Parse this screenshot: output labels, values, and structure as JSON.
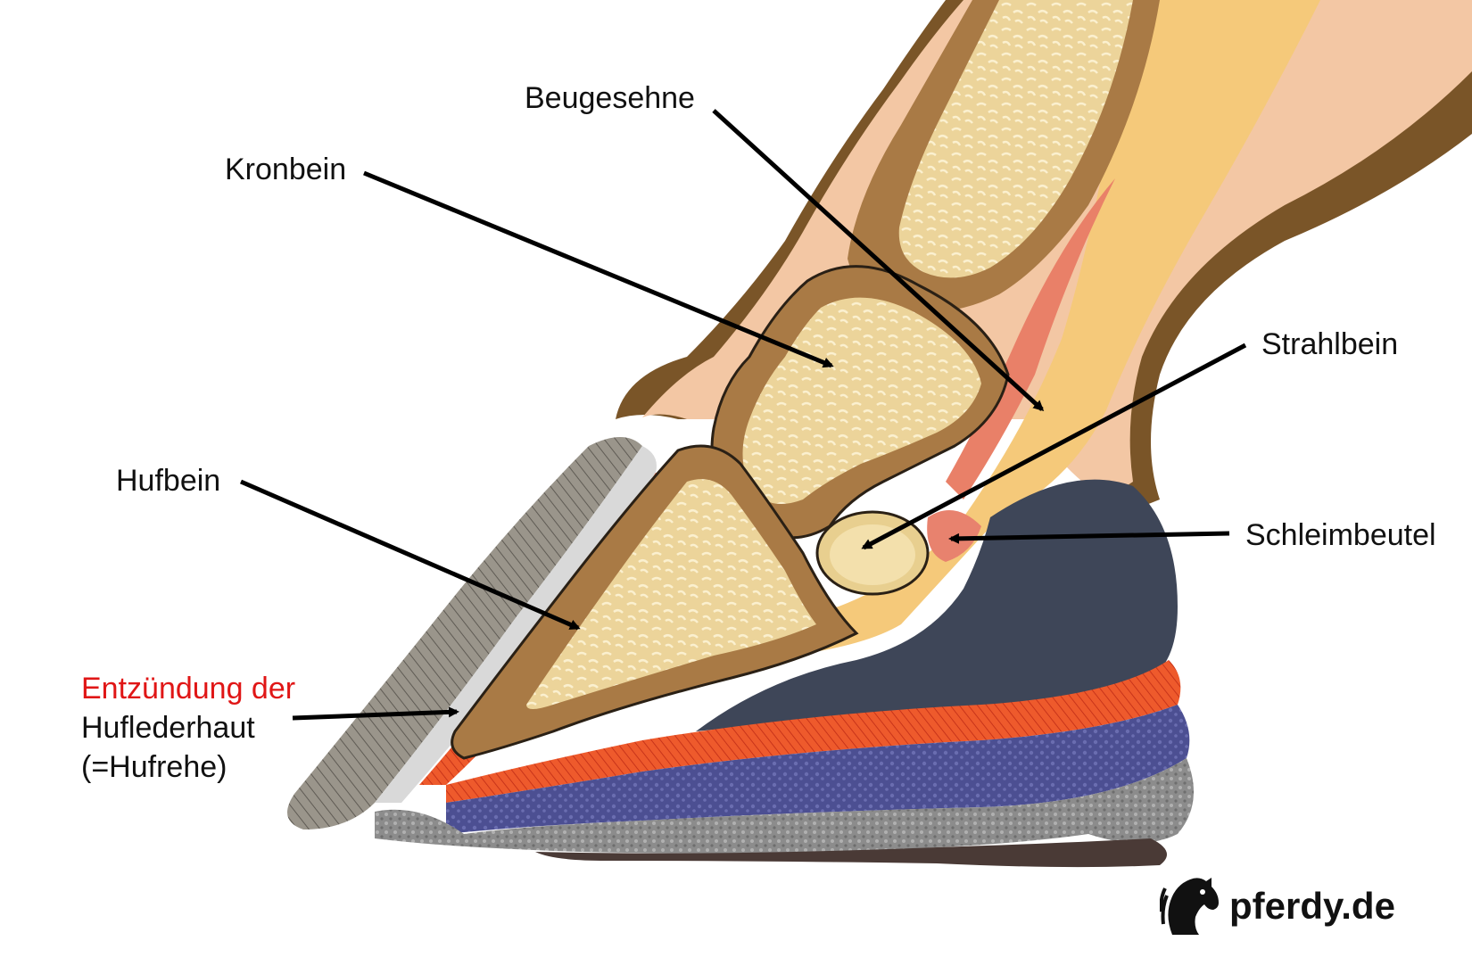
{
  "labels": {
    "beugesehne": "Beugesehne",
    "kronbein": "Kronbein",
    "strahlbein": "Strahlbein",
    "hufbein": "Hufbein",
    "schleimbeutel": "Schleimbeutel",
    "entzuendung_line1": "Entzündung der",
    "entzuendung_line2": "Huflederhaut",
    "entzuendung_line3": "(=Hufrehe)"
  },
  "logo": {
    "text": "pferdy.de",
    "icon": "horse-head-icon"
  },
  "colors": {
    "highlight_label": "#e01616",
    "hair": "#7a5528",
    "bone_marrow": "#eed9a0",
    "bone_cortex": "#a97a45",
    "tendon": "#f5c97a",
    "laminae": "#e8502a",
    "digital_cushion": "#3e4658",
    "sole": "#4a4a8a",
    "hoof_wall": "#8e8a80"
  }
}
